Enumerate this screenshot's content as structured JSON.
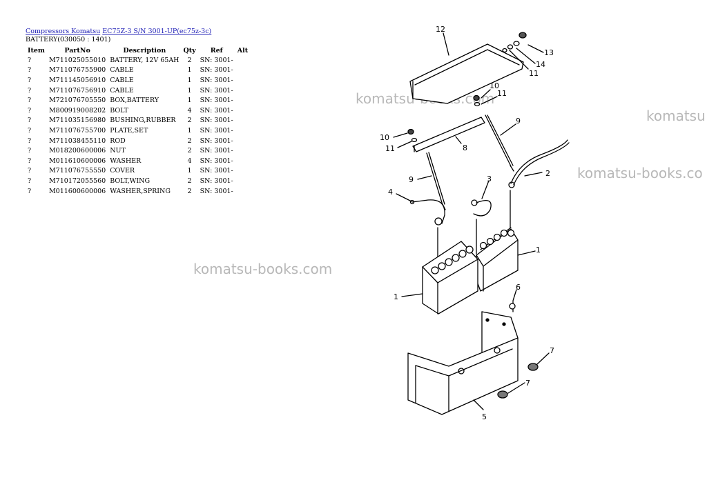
{
  "breadcrumb": {
    "link1": "Compressors Komatsu",
    "link2": "EC75Z-3 S/N 3001-UP(ec75z-3c)"
  },
  "subtitle": "BATTERY(030050 : 1401)",
  "table": {
    "headers": {
      "item": "Item",
      "partno": "PartNo",
      "description": "Description",
      "qty": "Qty",
      "ref": "Ref",
      "alt": "Alt"
    },
    "rows": [
      {
        "item": "?",
        "partno": "M711025055010",
        "description": "BATTERY, 12V 65AH",
        "qty": "2",
        "ref": "SN: 3001-",
        "alt": ""
      },
      {
        "item": "?",
        "partno": "M711076755900",
        "description": "CABLE",
        "qty": "1",
        "ref": "SN: 3001-",
        "alt": ""
      },
      {
        "item": "?",
        "partno": "M711145056910",
        "description": "CABLE",
        "qty": "1",
        "ref": "SN: 3001-",
        "alt": ""
      },
      {
        "item": "?",
        "partno": "M711076756910",
        "description": "CABLE",
        "qty": "1",
        "ref": "SN: 3001-",
        "alt": ""
      },
      {
        "item": "?",
        "partno": "M721076705550",
        "description": "BOX,BATTERY",
        "qty": "1",
        "ref": "SN: 3001-",
        "alt": ""
      },
      {
        "item": "?",
        "partno": "M800919008202",
        "description": "BOLT",
        "qty": "4",
        "ref": "SN: 3001-",
        "alt": ""
      },
      {
        "item": "?",
        "partno": "M711035156980",
        "description": "BUSHING,RUBBER",
        "qty": "2",
        "ref": "SN: 3001-",
        "alt": ""
      },
      {
        "item": "?",
        "partno": "M711076755700",
        "description": "PLATE,SET",
        "qty": "1",
        "ref": "SN: 3001-",
        "alt": ""
      },
      {
        "item": "?",
        "partno": "M711038455110",
        "description": "ROD",
        "qty": "2",
        "ref": "SN: 3001-",
        "alt": ""
      },
      {
        "item": "?",
        "partno": "M018200600006",
        "description": "NUT",
        "qty": "2",
        "ref": "SN: 3001-",
        "alt": ""
      },
      {
        "item": "?",
        "partno": "M011610600006",
        "description": "WASHER",
        "qty": "4",
        "ref": "SN: 3001-",
        "alt": ""
      },
      {
        "item": "?",
        "partno": "M711076755550",
        "description": "COVER",
        "qty": "1",
        "ref": "SN: 3001-",
        "alt": ""
      },
      {
        "item": "?",
        "partno": "M710172055560",
        "description": "BOLT,WING",
        "qty": "2",
        "ref": "SN: 3001-",
        "alt": ""
      },
      {
        "item": "?",
        "partno": "M011600600006",
        "description": "WASHER,SPRING",
        "qty": "2",
        "ref": "SN: 3001-",
        "alt": ""
      }
    ]
  },
  "watermarks": [
    "komatsu-books.com",
    "komatsu-books.com",
    "komatsu",
    "komatsu-books.co"
  ],
  "diagram_labels": {
    "l12": "12",
    "l13": "13",
    "l14": "14",
    "l11a": "11",
    "l10a": "10",
    "l11b": "11",
    "l9a": "9",
    "l10b": "10",
    "l11c": "11",
    "l8": "8",
    "l2": "2",
    "l9b": "9",
    "l4": "4",
    "l3": "3",
    "l1a": "1",
    "l1b": "1",
    "l6": "6",
    "l7a": "7",
    "l7b": "7",
    "l5": "5"
  }
}
